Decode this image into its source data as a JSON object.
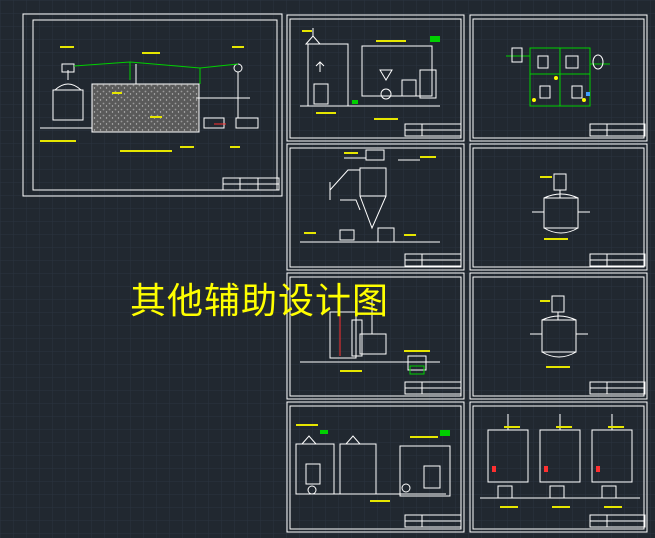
{
  "title": "其他辅助设计图",
  "colors": {
    "background": "#212830",
    "grid": "#2b3440",
    "frame": "#ffffff",
    "title_text": "#ffff00",
    "equipment": "#ffffff",
    "pipe_green": "#00d000",
    "label_yellow": "#e6e600",
    "red": "#ff3030",
    "pipe_blue": "#40a0ff"
  },
  "sheets": [
    {
      "id": "sheet-1",
      "kind": "process-system"
    },
    {
      "id": "sheet-2",
      "kind": "piping-line"
    },
    {
      "id": "sheet-3",
      "kind": "flow-schematic"
    },
    {
      "id": "sheet-4",
      "kind": "cyclone-dryer"
    },
    {
      "id": "sheet-5",
      "kind": "reactor-vessel"
    },
    {
      "id": "sheet-6",
      "kind": "equipment-elevation"
    },
    {
      "id": "sheet-7",
      "kind": "reactor-vessel"
    },
    {
      "id": "sheet-8",
      "kind": "piping-line"
    },
    {
      "id": "sheet-9",
      "kind": "tank-group"
    }
  ]
}
